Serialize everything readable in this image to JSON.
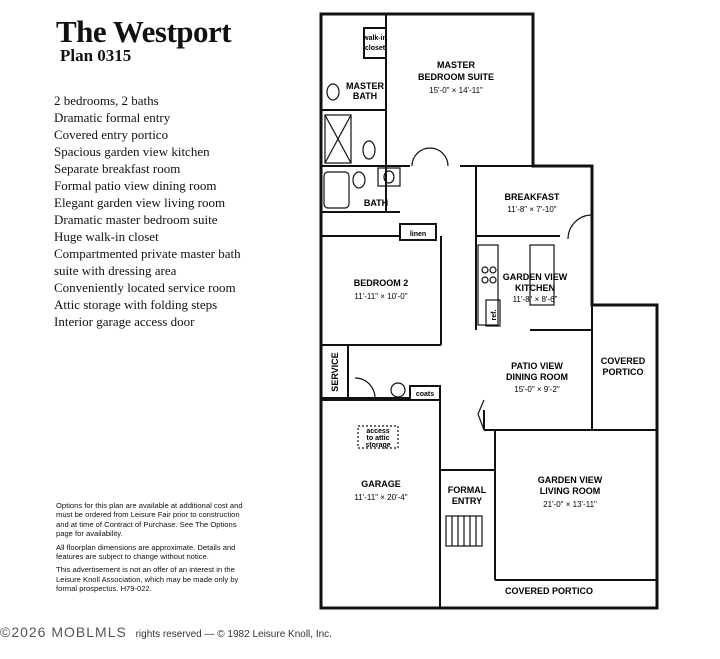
{
  "header": {
    "title": "The Westport",
    "plan": "Plan 0315"
  },
  "features": [
    "2 bedrooms, 2 baths",
    "Dramatic formal entry",
    "Covered entry portico",
    "Spacious garden view kitchen",
    "Separate breakfast room",
    "Formal patio view dining room",
    "Elegant garden view living room",
    "Dramatic master bedroom suite",
    "Huge walk-in closet",
    "Compartmented private master bath suite with dressing area",
    "Conveniently located service room",
    "Attic storage with folding steps",
    "Interior garage access door"
  ],
  "notes": [
    "Options for this plan are available at additional cost and must be ordered from Leisure Fair prior to construction and at time of Contract of Purchase. See The Options page for availability.",
    "All floorplan dimensions are approximate. Details and features are subject to change without notice.",
    "This advertisement is not an offer of an interest in the Leisure Knoll Association, which may be made only by formal prospectus. H79-022."
  ],
  "footer": {
    "watermark": "©2026 MOBLMLS",
    "copyright": "rights reserved — © 1982 Leisure Knoll, Inc."
  },
  "rooms": {
    "walkin": "walk-in closet",
    "master_suite_name_1": "MASTER",
    "master_suite_name_2": "BEDROOM SUITE",
    "master_suite_dim": "15'-0\" × 14'-11\"",
    "master_bath_1": "MASTER",
    "master_bath_2": "BATH",
    "bath": "BATH",
    "linen": "linen",
    "breakfast": "BREAKFAST",
    "breakfast_dim": "11'-8\" × 7'-10\"",
    "kitchen_1": "GARDEN VIEW",
    "kitchen_2": "KITCHEN",
    "kitchen_dim": "11'-8\" × 8'-6\"",
    "ref": "ref.",
    "bedroom2": "BEDROOM 2",
    "bedroom2_dim": "11'-11\" × 10'-0\"",
    "service": "SERVICE",
    "coats": "coats",
    "attic_1": "access",
    "attic_2": "to attic",
    "attic_3": "storage",
    "dining_1": "PATIO VIEW",
    "dining_2": "DINING ROOM",
    "dining_dim": "15'-0\" × 9'-2\"",
    "portico_right_1": "COVERED",
    "portico_right_2": "PORTICO",
    "garage": "GARAGE",
    "garage_dim": "11'-11\" × 20'-4\"",
    "entry_1": "FORMAL",
    "entry_2": "ENTRY",
    "living_1": "GARDEN VIEW",
    "living_2": "LIVING ROOM",
    "living_dim": "21'-0\" × 13'-11\"",
    "portico_bottom": "COVERED PORTICO"
  }
}
